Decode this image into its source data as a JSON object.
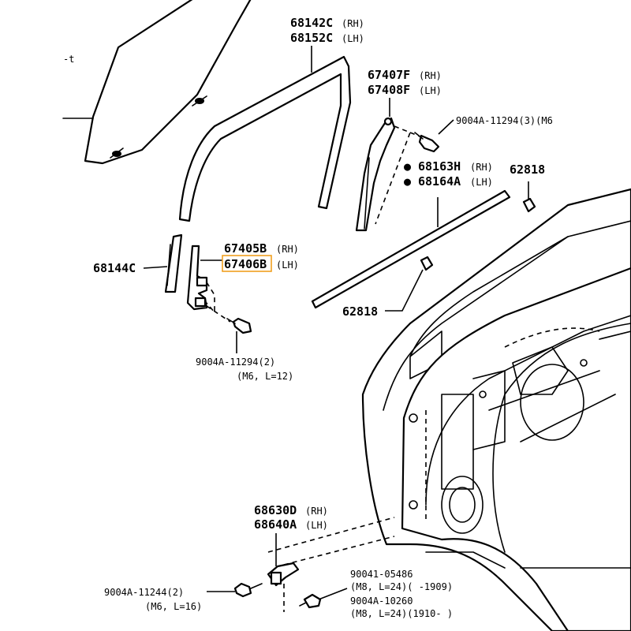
{
  "labels": {
    "glass_corner": "-t",
    "run_channel_rh": "68142C",
    "run_channel_rh_side": "(RH)",
    "run_channel_lh": "68152C",
    "run_channel_lh_side": "(LH)",
    "sash_front_rh": "67407F",
    "sash_front_rh_side": "(RH)",
    "sash_front_lh": "67408F",
    "sash_front_lh_side": "(LH)",
    "bolt_top": "9004A-11294(3)(M6",
    "weatherstrip_rh": "68163H",
    "weatherstrip_rh_side": "(RH)",
    "weatherstrip_lh": "68164A",
    "weatherstrip_lh_side": "(LH)",
    "clip_top": "62818",
    "clip_mid": "62818",
    "guide_piece": "68144C",
    "sash_rear_rh": "67405B",
    "sash_rear_rh_side": "(RH)",
    "sash_rear_lh": "67406B",
    "sash_rear_lh_side": "(LH)",
    "bolt_mid": "9004A-11294(2)",
    "bolt_mid_spec": "(M6, L=12)",
    "hinge_rh": "68630D",
    "hinge_rh_side": "(RH)",
    "hinge_lh": "68640A",
    "hinge_lh_side": "(LH)",
    "bolt_bottom": "9004A-11244(2)",
    "bolt_bottom_spec": "(M6, L=16)",
    "bolt_a": "90041-05486",
    "bolt_a_spec": "(M8, L=24)(        -1909)",
    "bolt_b": "9004A-10260",
    "bolt_b_spec": "(M8, L=24)(1910-       )"
  },
  "bullet_symbol": "●",
  "highlight_color": "#f0a020"
}
